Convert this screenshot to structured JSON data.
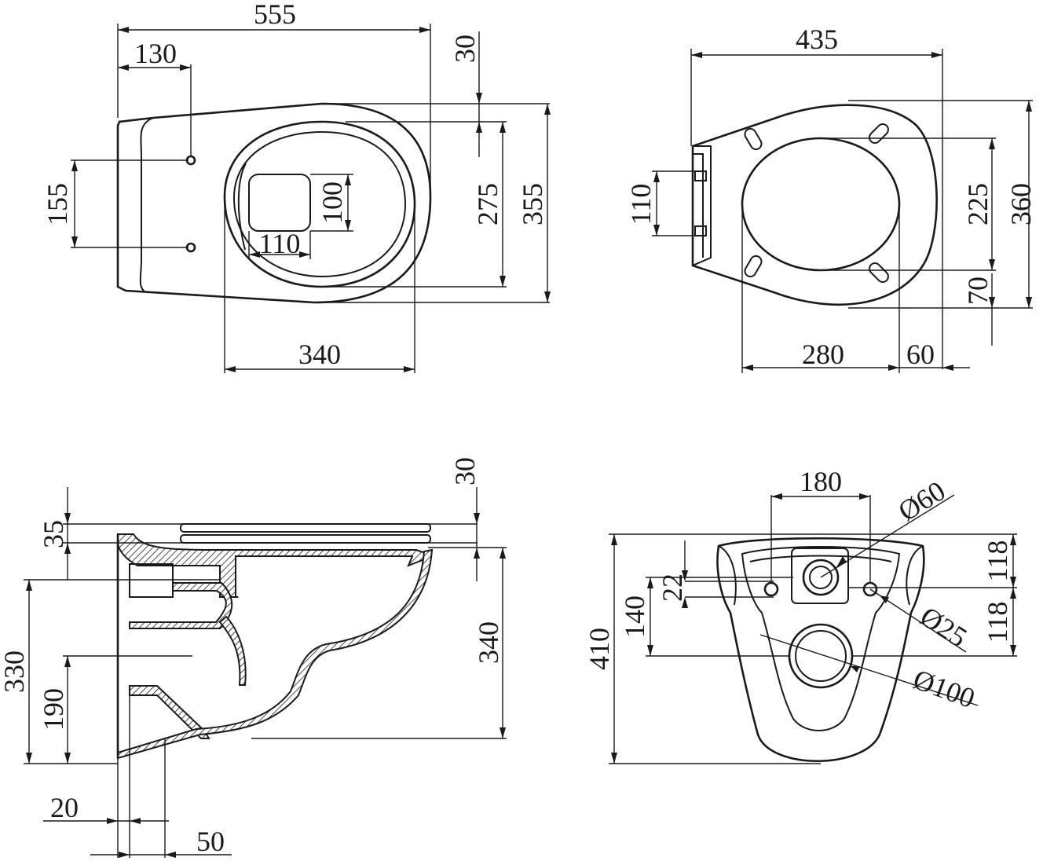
{
  "views": {
    "top": {
      "dims": [
        "555",
        "130",
        "30",
        "155",
        "100",
        "110",
        "275",
        "355",
        "340"
      ]
    },
    "seat": {
      "dims": [
        "435",
        "110",
        "225",
        "360",
        "70",
        "280",
        "60"
      ]
    },
    "side": {
      "dims": [
        "35",
        "30",
        "330",
        "190",
        "340",
        "20",
        "50"
      ]
    },
    "rear": {
      "dims": [
        "180",
        "Ø60",
        "22",
        "140",
        "Ø25",
        "118",
        "118",
        "410",
        "Ø100"
      ]
    }
  },
  "colors": {
    "ink": "#1a1a1a",
    "paper": "#ffffff"
  }
}
